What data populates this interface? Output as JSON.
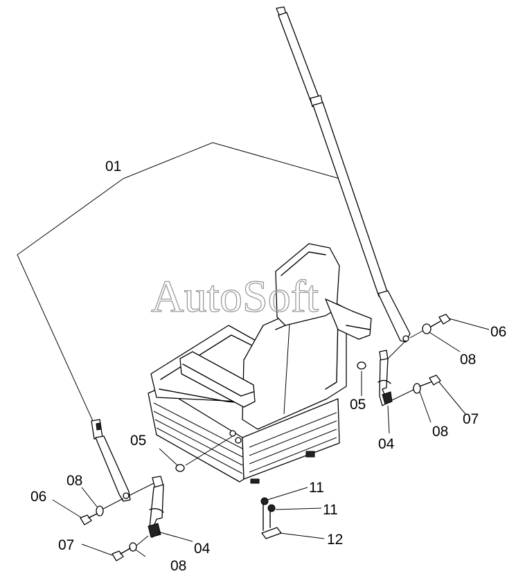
{
  "watermark": "AutoSoft",
  "callouts": [
    {
      "id": "c01",
      "text": "01"
    },
    {
      "id": "c05a",
      "text": "05"
    },
    {
      "id": "c05b",
      "text": "05"
    },
    {
      "id": "c06a",
      "text": "06"
    },
    {
      "id": "c06b",
      "text": "06"
    },
    {
      "id": "c08a",
      "text": "08"
    },
    {
      "id": "c08b",
      "text": "08"
    },
    {
      "id": "c08c",
      "text": "08"
    },
    {
      "id": "c08d",
      "text": "08"
    },
    {
      "id": "c07a",
      "text": "07"
    },
    {
      "id": "c07b",
      "text": "07"
    },
    {
      "id": "c04a",
      "text": "04"
    },
    {
      "id": "c04b",
      "text": "04"
    },
    {
      "id": "c11a",
      "text": "11"
    },
    {
      "id": "c11b",
      "text": "11"
    },
    {
      "id": "c12",
      "text": "12"
    }
  ]
}
